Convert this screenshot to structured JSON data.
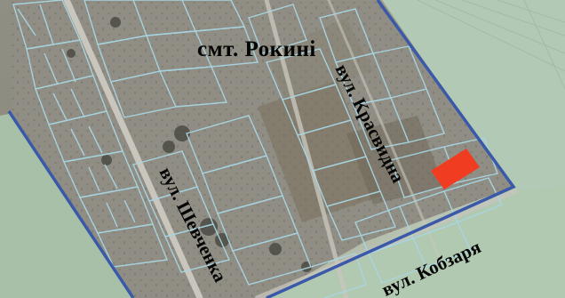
{
  "map": {
    "town_label": "смт. Рокині",
    "streets": {
      "shevchenka": "вул. Шевченка",
      "krasvydna": "вул. Красвидна",
      "kobzarya": "вул. Кобзаря"
    },
    "colors": {
      "boundary": "#3a59a8",
      "parcel_outline": "#a8d6e3",
      "highlighted_parcel": "#f03c20",
      "field_right": "#b2c9b6",
      "field_bottom": "#b1c8b1"
    }
  }
}
